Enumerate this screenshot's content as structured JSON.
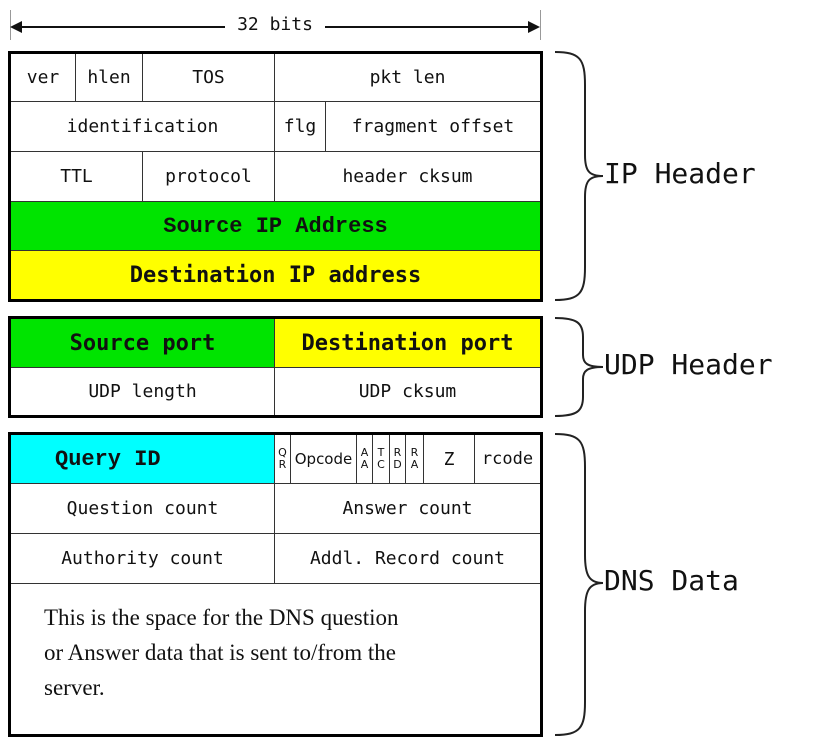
{
  "ruler": {
    "label": "32 bits"
  },
  "ip_header": {
    "row1": {
      "ver": "ver",
      "hlen": "hlen",
      "tos": "TOS",
      "pkt_len": "pkt len"
    },
    "row2": {
      "identification": "identification",
      "flg": "flg",
      "fragment_offset": "fragment offset"
    },
    "row3": {
      "ttl": "TTL",
      "protocol": "protocol",
      "header_cksum": "header cksum"
    },
    "source_ip": "Source IP Address",
    "destination_ip": "Destination IP address",
    "label": "IP Header"
  },
  "udp_header": {
    "source_port": "Source port",
    "destination_port": "Destination port",
    "udp_length": "UDP length",
    "udp_cksum": "UDP cksum",
    "label": "UDP Header"
  },
  "dns_data": {
    "query_id": "Query ID",
    "qr": [
      "Q",
      "R"
    ],
    "opcode": "Opcode",
    "aa": [
      "A",
      "A"
    ],
    "tc": [
      "T",
      "C"
    ],
    "rd": [
      "R",
      "D"
    ],
    "ra": [
      "R",
      "A"
    ],
    "z": "Z",
    "rcode": "rcode",
    "question_count": "Question count",
    "answer_count": "Answer count",
    "authority_count": "Authority count",
    "addl_record_count": "Addl. Record count",
    "payload_lines": [
      "This is the space for the DNS question",
      "or Answer data that is sent to/from the",
      "server."
    ],
    "label": "DNS Data"
  },
  "colors": {
    "green": "#00e400",
    "yellow": "#ffff00",
    "cyan": "#00ffff",
    "border": "#000000"
  }
}
